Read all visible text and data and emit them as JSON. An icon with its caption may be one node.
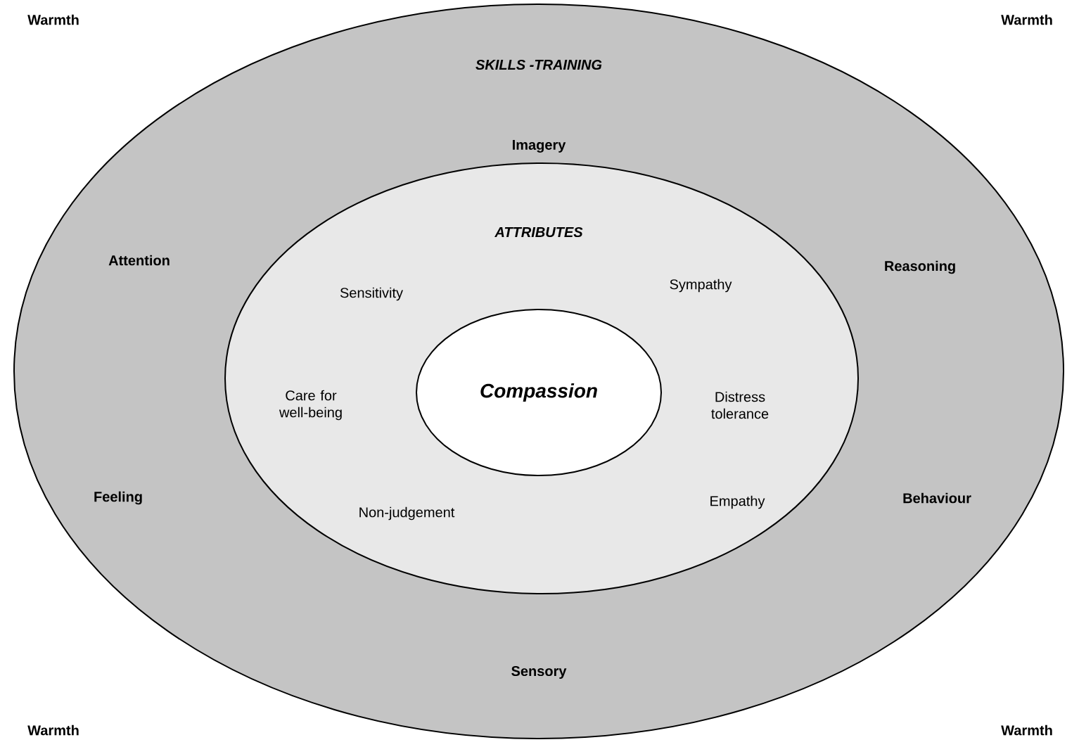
{
  "diagram": {
    "nodes": [
      {
        "text": [
          "SKILLS -TRAINING",
          "Imagery",
          "Attention",
          "Reasoning",
          "Feeling",
          "Behaviour",
          "Sensory"
        ]
      },
      {
        "text": [
          "ATTRIBUTES",
          "Sensitivity",
          "Sympathy",
          "Care for well-being",
          "Distress tolerance",
          "Non-judgement",
          "Empathy"
        ],
        "in": 0
      },
      {
        "text": [
          "Compassion"
        ],
        "in": 1
      }
    ],
    "labels": [
      "Warmth",
      "Warmth",
      "Warmth",
      "Warmth"
    ]
  }
}
